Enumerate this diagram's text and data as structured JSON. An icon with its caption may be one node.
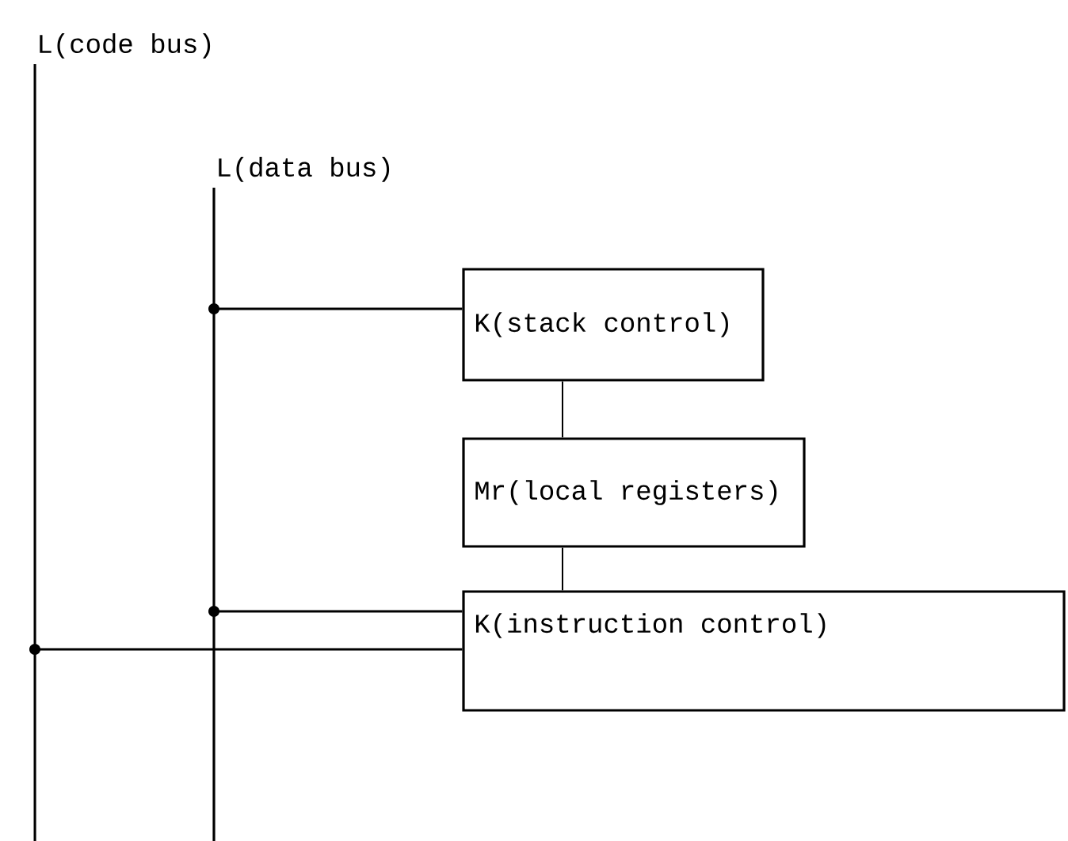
{
  "diagram": {
    "nodes": [
      {
        "text": [
          "L(code bus)"
        ]
      },
      {
        "text": [
          "L(data bus)"
        ]
      },
      {
        "text": [
          "K(stack control)"
        ]
      },
      {
        "text": [
          "Mr(local registers)"
        ]
      },
      {
        "text": [
          "K(instruction control)"
        ]
      }
    ],
    "edges": [
      {
        "from": 1,
        "to": 2,
        "arrow": "other"
      },
      {
        "from": 2,
        "to": 3,
        "arrow": "none"
      },
      {
        "from": 3,
        "to": 4,
        "arrow": "none"
      },
      {
        "from": 1,
        "to": 4,
        "arrow": "other"
      },
      {
        "from": 0,
        "to": 4,
        "arrow": "other"
      }
    ]
  }
}
